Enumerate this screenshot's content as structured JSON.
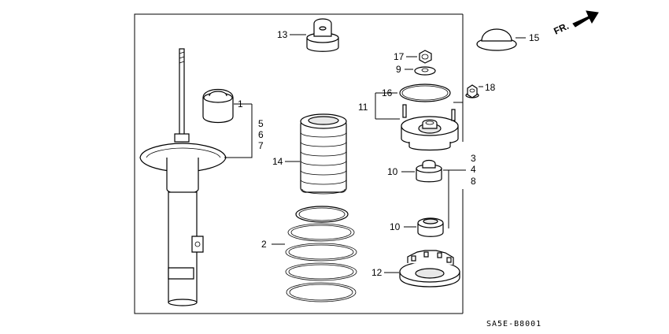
{
  "direction_label": "FR.",
  "diagram_code": "SA5E-B8001",
  "callouts": {
    "c1": "1",
    "c2": "2",
    "c3": "3",
    "c4": "4",
    "c5": "5",
    "c6": "6",
    "c7": "7",
    "c8": "8",
    "c9": "9",
    "c10a": "10",
    "c10b": "10",
    "c11": "11",
    "c12": "12",
    "c13": "13",
    "c14": "14",
    "c15": "15",
    "c16": "16",
    "c17": "17",
    "c18": "18"
  }
}
